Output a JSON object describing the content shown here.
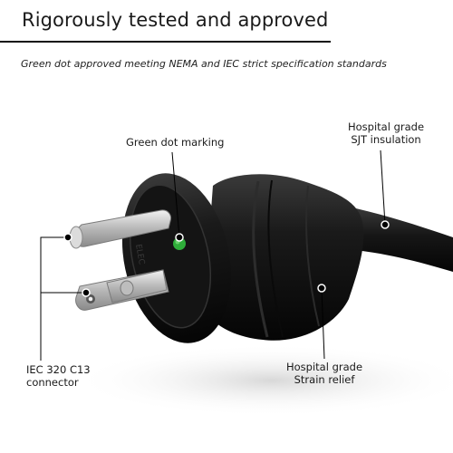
{
  "header": {
    "title": "Rigorously tested and approved",
    "subtitle": "Green dot approved meeting NEMA and IEC strict specification standards"
  },
  "callouts": {
    "green_dot": "Green dot marking",
    "sjt_line1": "Hospital grade",
    "sjt_line2": "SJT insulation",
    "iec_line1": "IEC 320 C13",
    "iec_line2": "connector",
    "strain_line1": "Hospital grade",
    "strain_line2": "Strain relief"
  },
  "colors": {
    "plug_body": "#111111",
    "green_dot": "#2fae3a",
    "prong": "#c9c9c9"
  },
  "image": {
    "subject": "hospital-grade-plug"
  }
}
